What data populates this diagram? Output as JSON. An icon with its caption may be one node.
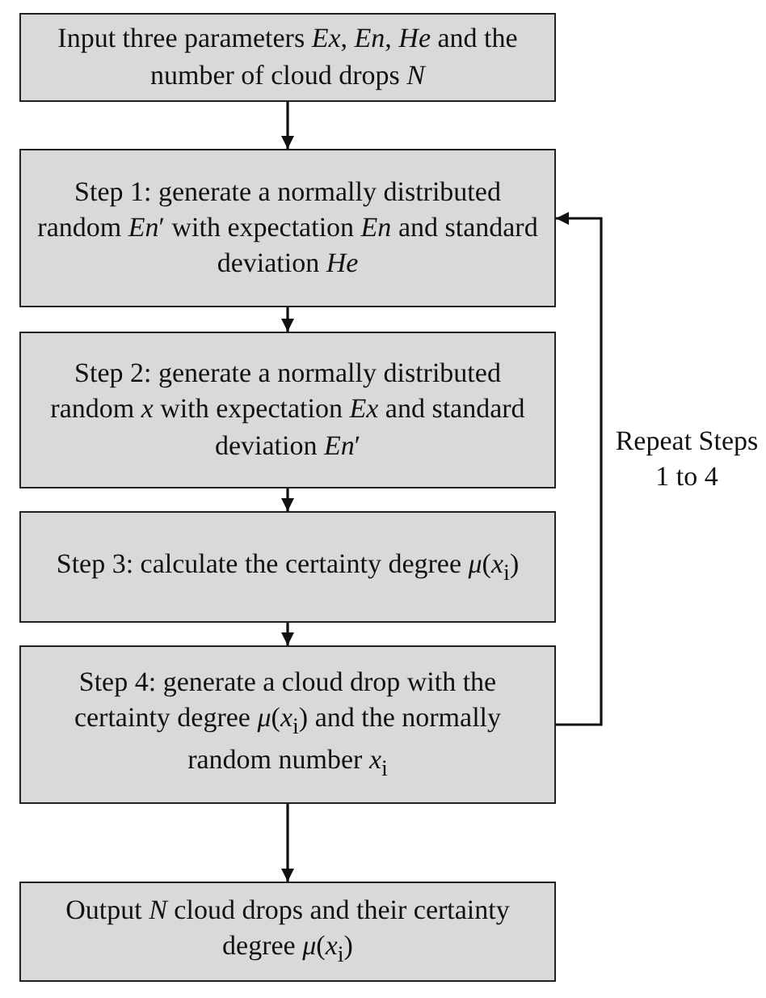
{
  "diagram": {
    "nodes": [
      {
        "text": [
          "Input three parameters *Ex*, *En*, *He* and the number of cloud drops *N*"
        ]
      },
      {
        "text": [
          "Step 1: generate a normally distributed random *En*′ with expectation *En* and standard deviation *He*"
        ]
      },
      {
        "text": [
          "Step 2: generate a normally distributed random *x* with expectation *Ex* and standard deviation *En*′"
        ]
      },
      {
        "text": [
          "Step 3: calculate the certainty degree *μ*(*x*$_{i}$)"
        ]
      },
      {
        "text": [
          "Step 4: generate a cloud drop with the certainty degree *μ*(*x*$_{i}$) and the normally random number *x*$_{i}$"
        ]
      },
      {
        "text": [
          "Output *N* cloud drops and their certainty degree *μ*(*x*$_{i}$)"
        ]
      }
    ],
    "edges": [
      {
        "from": 0,
        "to": 1,
        "arrow": "to"
      },
      {
        "from": 1,
        "to": 2,
        "arrow": "to"
      },
      {
        "from": 2,
        "to": 3,
        "arrow": "to"
      },
      {
        "from": 3,
        "to": 4,
        "arrow": "to"
      },
      {
        "from": 4,
        "to": 5,
        "arrow": "to"
      },
      {
        "from": 4,
        "to": 1,
        "arrow": "to",
        "label": "Repeat Steps 1 to 4"
      }
    ]
  }
}
